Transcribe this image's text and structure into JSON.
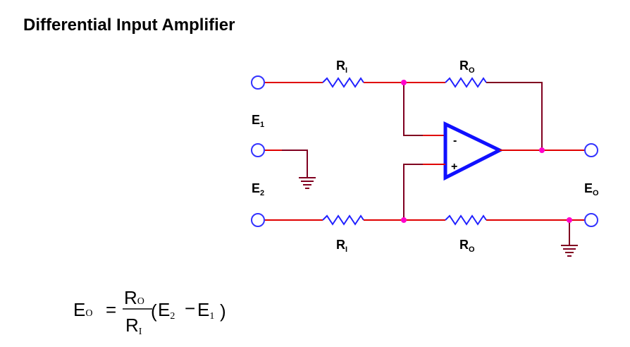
{
  "title": "Differential Input Amplifier",
  "labels": {
    "ri_top": {
      "main": "R",
      "sub": "I"
    },
    "ro_top": {
      "main": "R",
      "sub": "O"
    },
    "ri_bottom": {
      "main": "R",
      "sub": "I"
    },
    "ro_bottom": {
      "main": "R",
      "sub": "O"
    },
    "e1": {
      "main": "E",
      "sub": "1"
    },
    "e2": {
      "main": "E",
      "sub": "2"
    },
    "eo": {
      "main": "E",
      "sub": "O"
    },
    "minus": "-",
    "plus": "+"
  },
  "formula": {
    "lhs": {
      "main": "E",
      "sub": "O"
    },
    "equals": "=",
    "numerator": {
      "main": "R",
      "sub": "O"
    },
    "denominator": {
      "main": "R",
      "sub": "I"
    },
    "open_paren": "(",
    "term1": {
      "main": "E",
      "sub": "2"
    },
    "minus": "−",
    "term2": {
      "main": "E",
      "sub": "1"
    },
    "close_paren": ")"
  },
  "colors": {
    "wire_red": "#e00000",
    "wire_dark": "#800020",
    "terminal": "#3333ff",
    "opamp": "#1010ff",
    "node": "#ff00cc",
    "resistor": "#2020ff"
  }
}
